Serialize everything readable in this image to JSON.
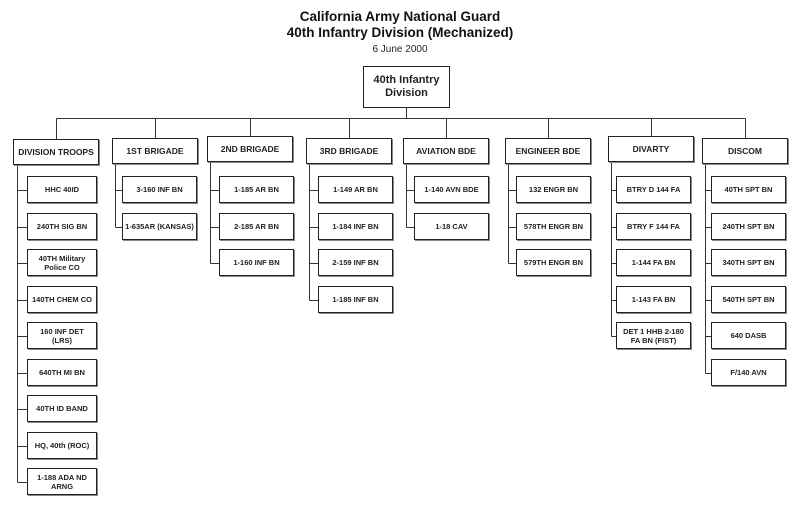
{
  "header": {
    "title_line1": "California Army National Guard",
    "title_line2": "40th Infantry Division (Mechanized)",
    "date": "6 June 2000"
  },
  "root": {
    "label": "40th Infantry Division"
  },
  "units": [
    {
      "label": "DIVISION TROOPS",
      "children": [
        "HHC 40ID",
        "240TH SIG BN",
        "40TH Military Police CO",
        "140TH CHEM CO",
        "160 INF DET (LRS)",
        "640TH MI BN",
        "40TH ID BAND",
        "HQ, 40th (ROC)",
        "1-188 ADA ND ARNG"
      ]
    },
    {
      "label": "1ST BRIGADE",
      "children": [
        "3-160 INF BN",
        "1-635AR (KANSAS)"
      ]
    },
    {
      "label": "2ND BRIGADE",
      "children": [
        "1-185 AR BN",
        "2-185 AR BN",
        "1-160 INF BN"
      ]
    },
    {
      "label": "3RD BRIGADE",
      "children": [
        "1-149 AR BN",
        "1-184 INF BN",
        "2-159 INF BN",
        "1-185 INF BN"
      ]
    },
    {
      "label": "AVIATION BDE",
      "children": [
        "1-140 AVN BDE",
        "1-18 CAV"
      ]
    },
    {
      "label": "ENGINEER BDE",
      "children": [
        "132 ENGR BN",
        "578TH ENGR BN",
        "579TH ENGR BN"
      ]
    },
    {
      "label": "DIVARTY",
      "children": [
        "BTRY D 144 FA",
        "BTRY F 144 FA",
        "1-144 FA BN",
        "1-143 FA BN",
        "DET 1 HHB 2-180 FA BN (FIST)"
      ]
    },
    {
      "label": "DISCOM",
      "children": [
        "40TH SPT BN",
        "240TH SPT BN",
        "340TH SPT BN",
        "540TH SPT BN",
        "640 DASB",
        "F/140 AVN"
      ]
    }
  ]
}
